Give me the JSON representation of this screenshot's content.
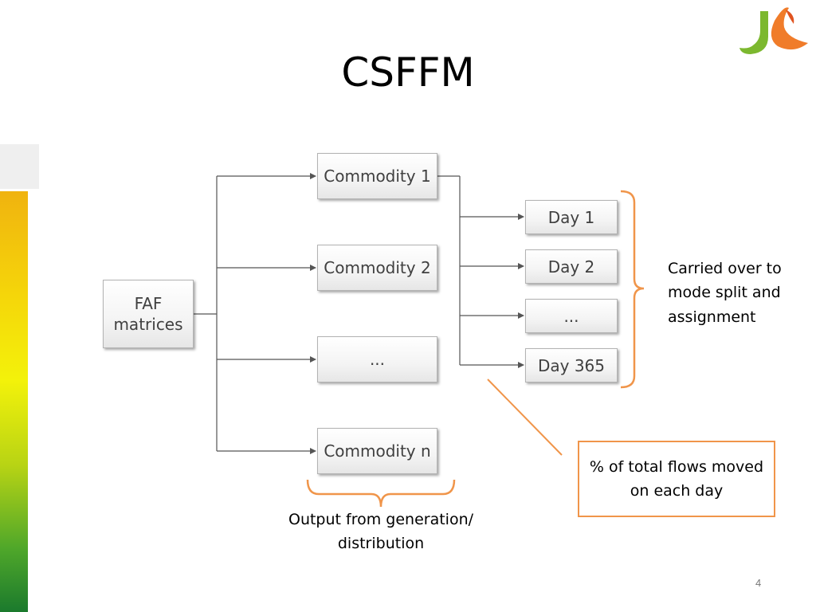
{
  "slide": {
    "title": "CSFFM",
    "page_number": "4"
  },
  "nodes": {
    "source": "FAF matrices",
    "commodities": [
      "Commodity 1",
      "Commodity 2",
      "...",
      "Commodity n"
    ],
    "days": [
      "Day 1",
      "Day 2",
      "...",
      "Day 365"
    ]
  },
  "annotations": {
    "carried_over": "Carried over to mode split and assignment",
    "output_from": "Output from generation/ distribution",
    "callout": "% of total flows moved on each day"
  },
  "colors": {
    "accent_orange": "#f0954a",
    "connector": "#555555"
  }
}
